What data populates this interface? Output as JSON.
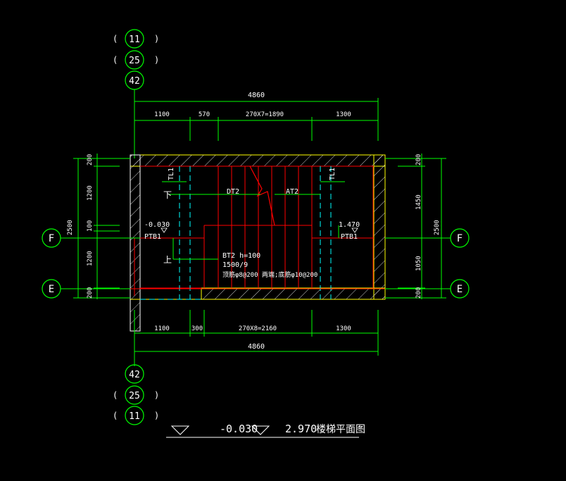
{
  "colors": {
    "background": "#000000",
    "dimension": "#00ff00",
    "wall": "#ffff00",
    "rebar": "#ff0000",
    "dashed": "#00ffff",
    "text": "#ffffff",
    "axis": "#00ff00",
    "hatch": "#ffffff"
  },
  "axis_top": {
    "a": "11",
    "b": "25",
    "c": "42"
  },
  "axis_bottom": {
    "a": "42",
    "b": "25",
    "c": "11"
  },
  "axis_left": {
    "f": "F",
    "e": "E"
  },
  "axis_right": {
    "f": "F",
    "e": "E"
  },
  "paren_open": "(",
  "paren_close": ")",
  "dims_top": {
    "total": "4860",
    "d1": "1100",
    "d2": "570",
    "d3": "270X7=1890",
    "d4": "1300"
  },
  "dims_bottom": {
    "total": "4860",
    "d1": "1100",
    "d2": "300",
    "d3": "270X8=2160",
    "d4": "1300"
  },
  "dims_left": {
    "a": "200",
    "b": "1200",
    "c": "100",
    "d": "1200",
    "e": "200",
    "total": "2500"
  },
  "dims_right": {
    "a": "200",
    "b": "1450",
    "c": "1050",
    "d": "200",
    "total": "2500"
  },
  "labels": {
    "tl1_left": "TL1",
    "tl1_right": "TL1",
    "down": "下",
    "up": "上",
    "dt2": "DT2",
    "at2": "AT2",
    "elev_left": "-0.030",
    "ptb1_left": "PTB1",
    "elev_right": "1.470",
    "ptb1_right": "PTB1",
    "bt2": "BT2 h=100",
    "bt2_steps": "1500/9",
    "bt2_rebar": "顶筋φ8@200 两端;底筋φ10@200"
  },
  "title": {
    "elev1": "-0.030",
    "elev2": "2.970",
    "text": "楼梯平面图"
  }
}
